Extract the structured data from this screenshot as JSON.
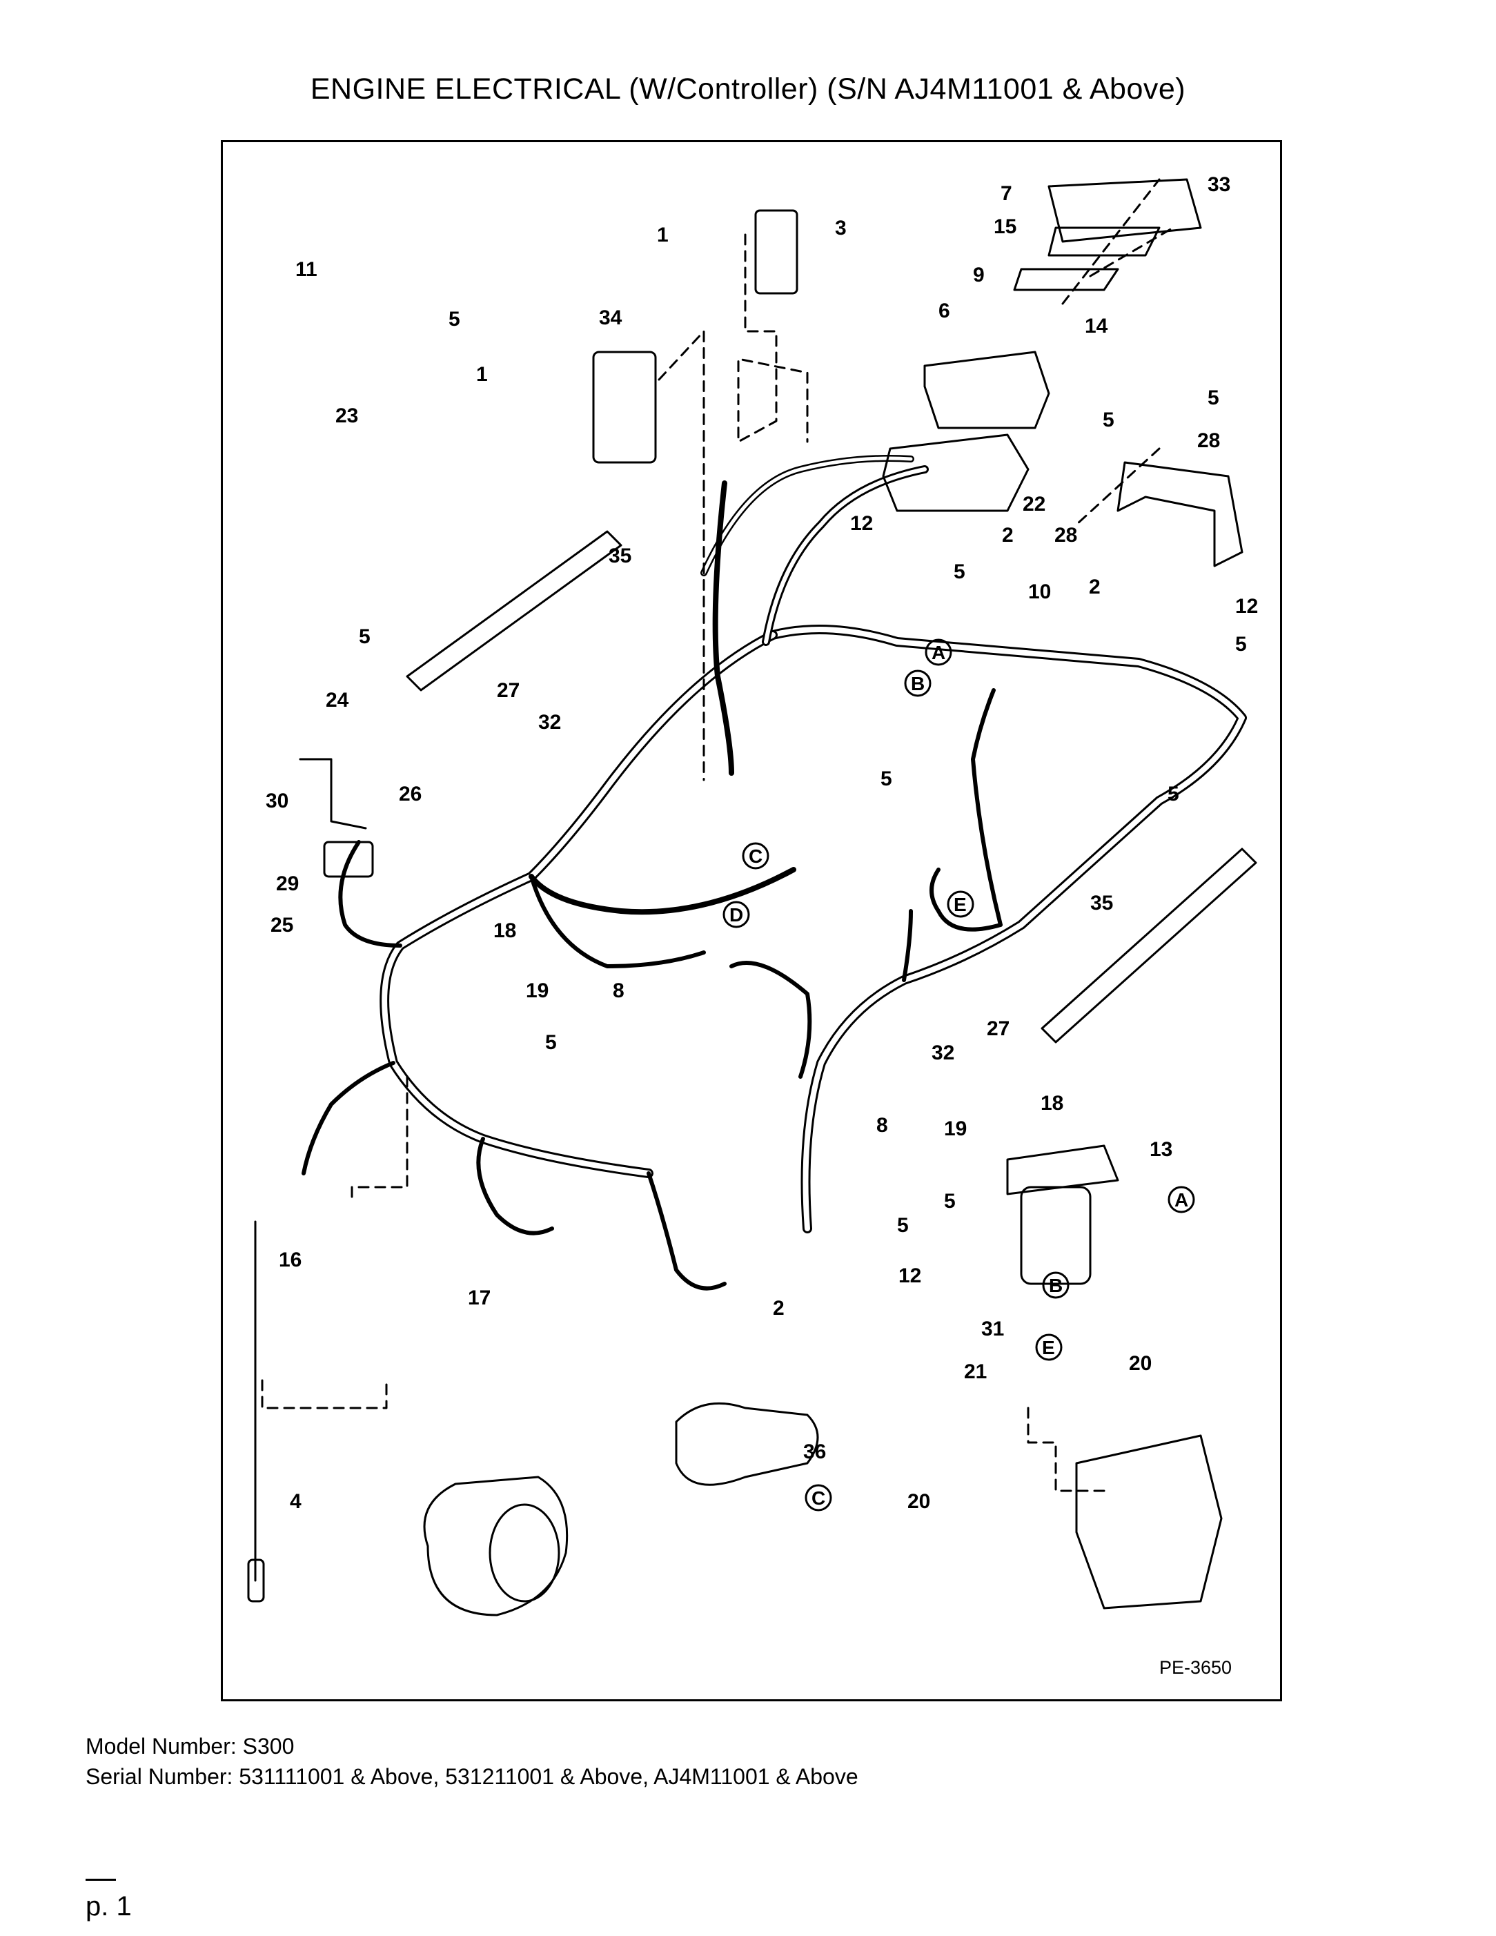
{
  "title": "ENGINE ELECTRICAL (W/Controller) (S/N AJ4M11001 & Above)",
  "diagram": {
    "ref_code": "PE-3650",
    "callouts": [
      "1",
      "1",
      "2",
      "2",
      "2",
      "3",
      "4",
      "5",
      "5",
      "5",
      "5",
      "5",
      "5",
      "5",
      "5",
      "5",
      "5",
      "5",
      "6",
      "7",
      "8",
      "8",
      "9",
      "10",
      "11",
      "12",
      "12",
      "12",
      "13",
      "14",
      "15",
      "16",
      "17",
      "18",
      "18",
      "19",
      "19",
      "20",
      "20",
      "21",
      "22",
      "23",
      "24",
      "25",
      "26",
      "27",
      "27",
      "28",
      "28",
      "29",
      "30",
      "31",
      "32",
      "32",
      "33",
      "34",
      "35",
      "35",
      "36"
    ],
    "connector_letters": [
      "A",
      "A",
      "B",
      "B",
      "C",
      "C",
      "D",
      "E",
      "E"
    ]
  },
  "footer": {
    "model": "Model Number: S300",
    "serial": "Serial Number: 531111001 & Above, 531211001 & Above, AJ4M11001 & Above"
  },
  "page_label": "p. 1"
}
